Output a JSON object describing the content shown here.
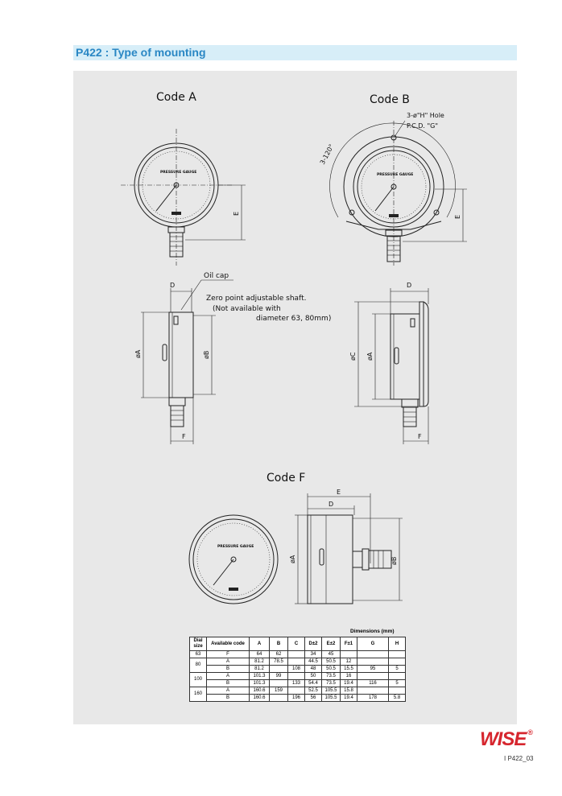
{
  "header": {
    "title": "P422 : Type of mounting"
  },
  "views": {
    "code_a": "Code A",
    "code_b": "Code B",
    "code_f": "Code F"
  },
  "dial_text": "PRESSURE GAUGE",
  "labels": {
    "hole": "3-ø\"H\" Hole",
    "pcd": "P.C.D. \"G\"",
    "angle": "3-120°",
    "oil_cap": "Oil cap",
    "zero_point": "Zero point adjustable shaft.",
    "not_available_1": "(Not available with",
    "not_available_2": "diameter 63, 80mm)",
    "E": "E",
    "D": "D",
    "F": "F",
    "phiA": "øA",
    "phiB": "øB",
    "phiC": "øC"
  },
  "table": {
    "caption": "Dimensions (mm)",
    "headers": [
      "Dial size",
      "Available code",
      "A",
      "B",
      "C",
      "D±2",
      "E±2",
      "F±1",
      "G",
      "H"
    ],
    "rows": [
      {
        "size": "63",
        "code": "F",
        "A": "64",
        "B": "62",
        "C": "",
        "D": "34",
        "E": "45",
        "F": "",
        "G": "",
        "H": ""
      },
      {
        "size": "80",
        "code": "A",
        "A": "81.2",
        "B": "78.5",
        "C": "",
        "D": "44.5",
        "E": "50.5",
        "F": "12",
        "G": "",
        "H": ""
      },
      {
        "size": "",
        "code": "B",
        "A": "81.2",
        "B": "",
        "C": "108",
        "D": "48",
        "E": "50.5",
        "F": "15.5",
        "G": "95",
        "H": "5"
      },
      {
        "size": "100",
        "code": "A",
        "A": "101.3",
        "B": "99",
        "C": "",
        "D": "50",
        "E": "73.5",
        "F": "16",
        "G": "",
        "H": ""
      },
      {
        "size": "",
        "code": "B",
        "A": "101.3",
        "B": "",
        "C": "133",
        "D": "54.4",
        "E": "73.5",
        "F": "19.4",
        "G": "116",
        "H": "5"
      },
      {
        "size": "160",
        "code": "A",
        "A": "160.6",
        "B": "159",
        "C": "",
        "D": "52.5",
        "E": "105.5",
        "F": "15.8",
        "G": "",
        "H": ""
      },
      {
        "size": "",
        "code": "B",
        "A": "160.6",
        "B": "",
        "C": "196",
        "D": "56",
        "E": "105.5",
        "F": "19.4",
        "G": "178",
        "H": "5.8"
      }
    ]
  },
  "footer": {
    "logo": "WISE",
    "page_code": "I P422_03"
  }
}
